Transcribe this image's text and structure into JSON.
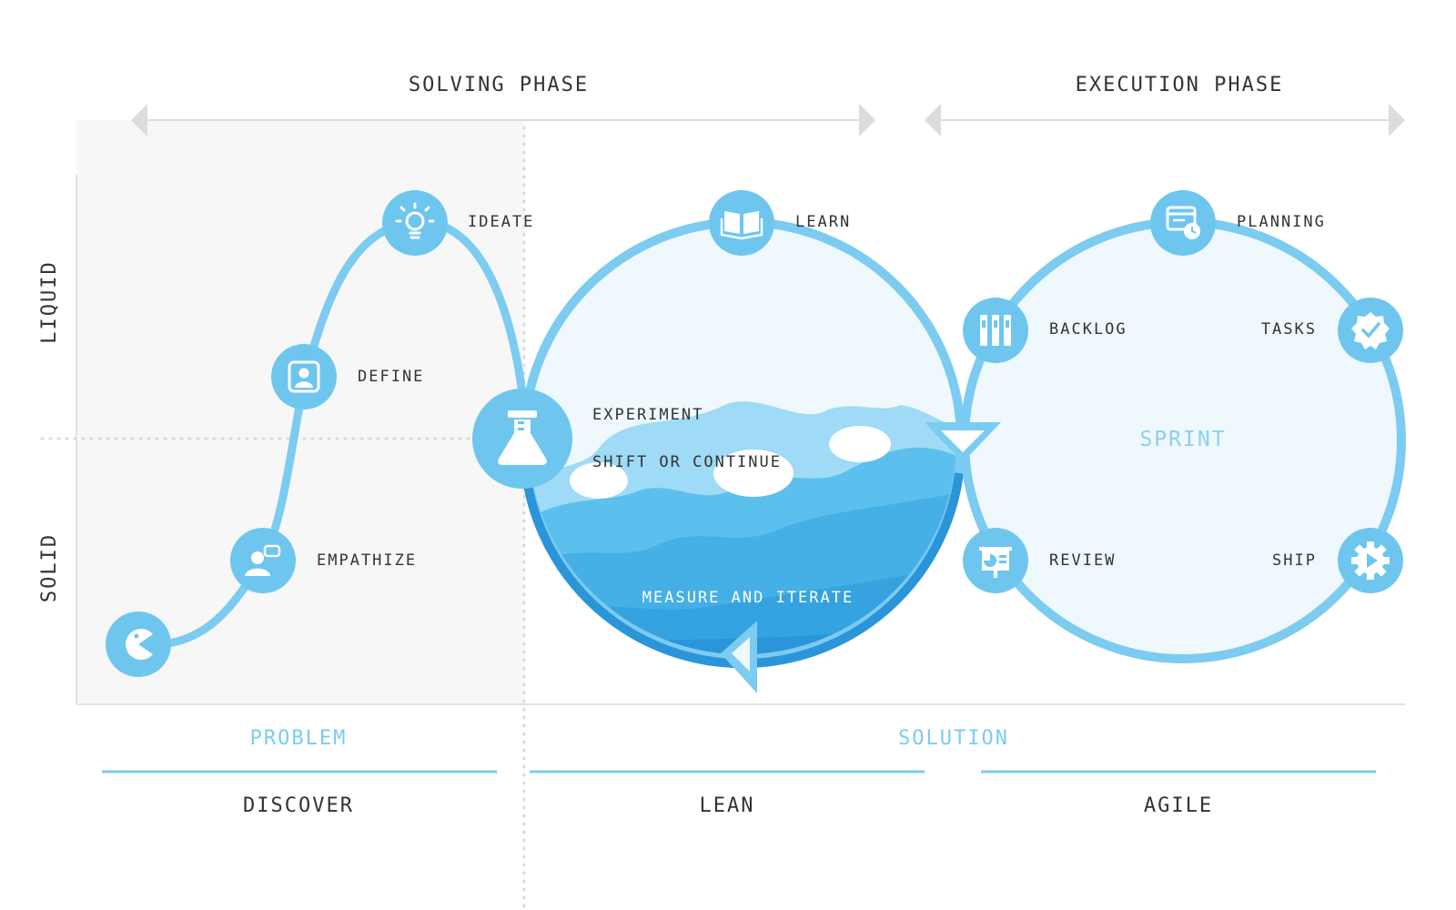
{
  "phases": {
    "solving": "SOLVING PHASE",
    "execution": "EXECUTION PHASE"
  },
  "axis": {
    "top": "LIQUID",
    "bottom": "SOLID"
  },
  "steps": {
    "empathize": "EMPATHIZE",
    "define": "DEFINE",
    "ideate": "IDEATE",
    "experiment": "EXPERIMENT",
    "shift": "SHIFT OR CONTINUE",
    "learn": "LEARN",
    "measure": "MEASURE AND ITERATE",
    "planning": "PLANNING",
    "backlog": "BACKLOG",
    "tasks": "TASKS",
    "sprint": "SPRINT",
    "review": "REVIEW",
    "ship": "SHIP"
  },
  "bottom": {
    "problem": "PROBLEM",
    "solution": "SOLUTION",
    "discover": "DISCOVER",
    "lean": "LEAN",
    "agile": "AGILE"
  },
  "colors": {
    "accent": "#7ccbf0",
    "node": "#6ec6ef",
    "wave_dark": "#2a95d9",
    "wave_mid": "#45b0e5",
    "circle_fill": "#eef8fd",
    "text": "#333333",
    "gray_arrow": "#d9d9d9"
  },
  "icons": [
    "pacman-icon",
    "user-chat-icon",
    "face-scan-icon",
    "lightbulb-icon",
    "flask-icon",
    "book-icon",
    "calendar-clock-icon",
    "bookshelf-icon",
    "badge-check-icon",
    "presentation-icon",
    "gear-play-icon"
  ]
}
